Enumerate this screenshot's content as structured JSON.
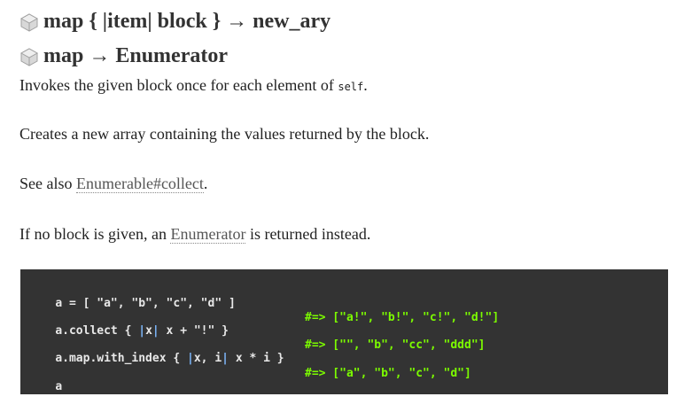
{
  "signatures": [
    {
      "text": "map { |item| block } → new_ary",
      "icon": "gem-icon"
    },
    {
      "text": "map → Enumerator",
      "icon": "gem-icon"
    }
  ],
  "description": {
    "p1_before": "Invokes the given block once for each element of ",
    "p1_code": "self",
    "p1_after": ".",
    "p2": "Creates a new array containing the values returned by the block.",
    "p3_before": "See also ",
    "p3_link": "Enumerable#collect",
    "p3_after": ".",
    "p4_before": "If no block is given, an ",
    "p4_link": "Enumerator",
    "p4_after": " is returned instead."
  },
  "example": {
    "lines": [
      {
        "code": "a = [ \"a\", \"b\", \"c\", \"d\" ]",
        "result": ""
      },
      {
        "code_pre": "a.collect { ",
        "bar1": "|",
        "var": "x",
        "bar2": "|",
        "code_post": " x + \"!\" }",
        "result": "#=> [\"a!\", \"b!\", \"c!\", \"d!\"]"
      },
      {
        "code_pre": "a.map.with_index { ",
        "bar1": "|",
        "var": "x, i",
        "bar2": "|",
        "code_post": " x * i }",
        "result": "#=> [\"\", \"b\", \"cc\", \"ddd\"]"
      },
      {
        "code": "a",
        "result": "#=> [\"a\", \"b\", \"c\", \"d\"]"
      }
    ]
  },
  "colors": {
    "code_background": "#333333",
    "code_text": "#e8e8e8",
    "result_text": "#7cfc00",
    "block_param_bar": "#7eb9ff"
  }
}
